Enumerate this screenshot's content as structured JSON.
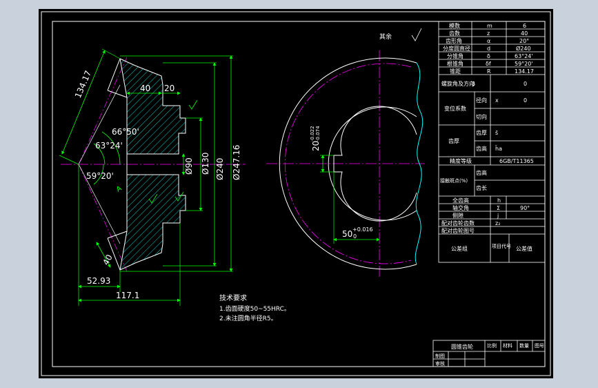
{
  "colors": {
    "background": "#000000",
    "frame": "#ffffff",
    "dimension": "#00ff00",
    "centerline": "#ff00ff",
    "hatch": "#00ffff",
    "outline": "#ffffff",
    "break_line": "#00ffff"
  },
  "section_view": {
    "dim_cone": "134.17",
    "dim_40_top": "40",
    "dim_20_top": "20",
    "angle_66": "66°50'",
    "angle_63": "63°24'",
    "angle_59": "59°20'",
    "dia_90": "Ø90",
    "dia_130": "Ø130",
    "dia_240": "Ø240",
    "dia_247": "Ø247.16",
    "dim_40_bottom": "40",
    "dim_52": "52.93",
    "dim_117": "117.1",
    "section_mark": "A"
  },
  "end_view": {
    "surface_note": "其余",
    "keyway_width": "20",
    "keyway_width_tol_upper": "-0.022",
    "keyway_width_tol_lower": "-0.074",
    "keyway_depth": "50",
    "keyway_depth_tol_upper": "+0.016",
    "keyway_depth_tol_lower": "0"
  },
  "tech_requirements": {
    "heading": "技术要求",
    "line1": "1.齿面硬度50~55HRC。",
    "line2": "2.未注圆角半径R5。"
  },
  "params_table": [
    {
      "name": "模数",
      "symbol": "m",
      "value": "6"
    },
    {
      "name": "齿数",
      "symbol": "z",
      "value": "40"
    },
    {
      "name": "齿形角",
      "symbol": "α",
      "value": "20°"
    },
    {
      "name": "分度圆直径",
      "symbol": "d",
      "value": "Ø240"
    },
    {
      "name": "分锥角",
      "symbol": "δ",
      "value": "63°24'"
    },
    {
      "name": "根锥角",
      "symbol": "δf",
      "value": "59°20'"
    },
    {
      "name": "锥距",
      "symbol": "R",
      "value": "134.17"
    }
  ],
  "params_extra": {
    "helix_label": "螺旋角及方向",
    "helix_symbol": "β",
    "helix_value": "0",
    "shift_label": "变位系数",
    "shift_radial": "径向",
    "shift_radial_symbol": "x",
    "shift_radial_value": "0",
    "shift_tangential": "切向",
    "thickness_label": "齿厚",
    "thickness_chord": "齿厚",
    "thickness_chord_symbol": "s̄",
    "thickness_height": "齿高",
    "thickness_height_symbol": "h̄a",
    "accuracy_label": "精度等级",
    "accuracy_value": "6GB/T11365",
    "contact_label": "接触斑点(%)",
    "contact_height": "齿高",
    "contact_length": "齿长",
    "full_height_label": "全齿高",
    "full_height_symbol": "h",
    "shaft_angle_label": "轴交角",
    "shaft_angle_symbol": "Σ",
    "shaft_angle_value": "90°",
    "backlash_label": "侧隙",
    "backlash_symbol": "j",
    "mate_teeth_label": "配对齿轮齿数",
    "mate_teeth_symbol": "z₂",
    "mate_code_label": "配对齿轮图号",
    "tol_group_label": "公差组",
    "tol_item_label": "项目代号",
    "tol_value_label": "公差值"
  },
  "title_block": {
    "name": "圆锥齿轮",
    "col1": "比例",
    "col2": "材料",
    "col3": "数量",
    "col4": "图号",
    "row1": "制图",
    "row2": "审核"
  }
}
